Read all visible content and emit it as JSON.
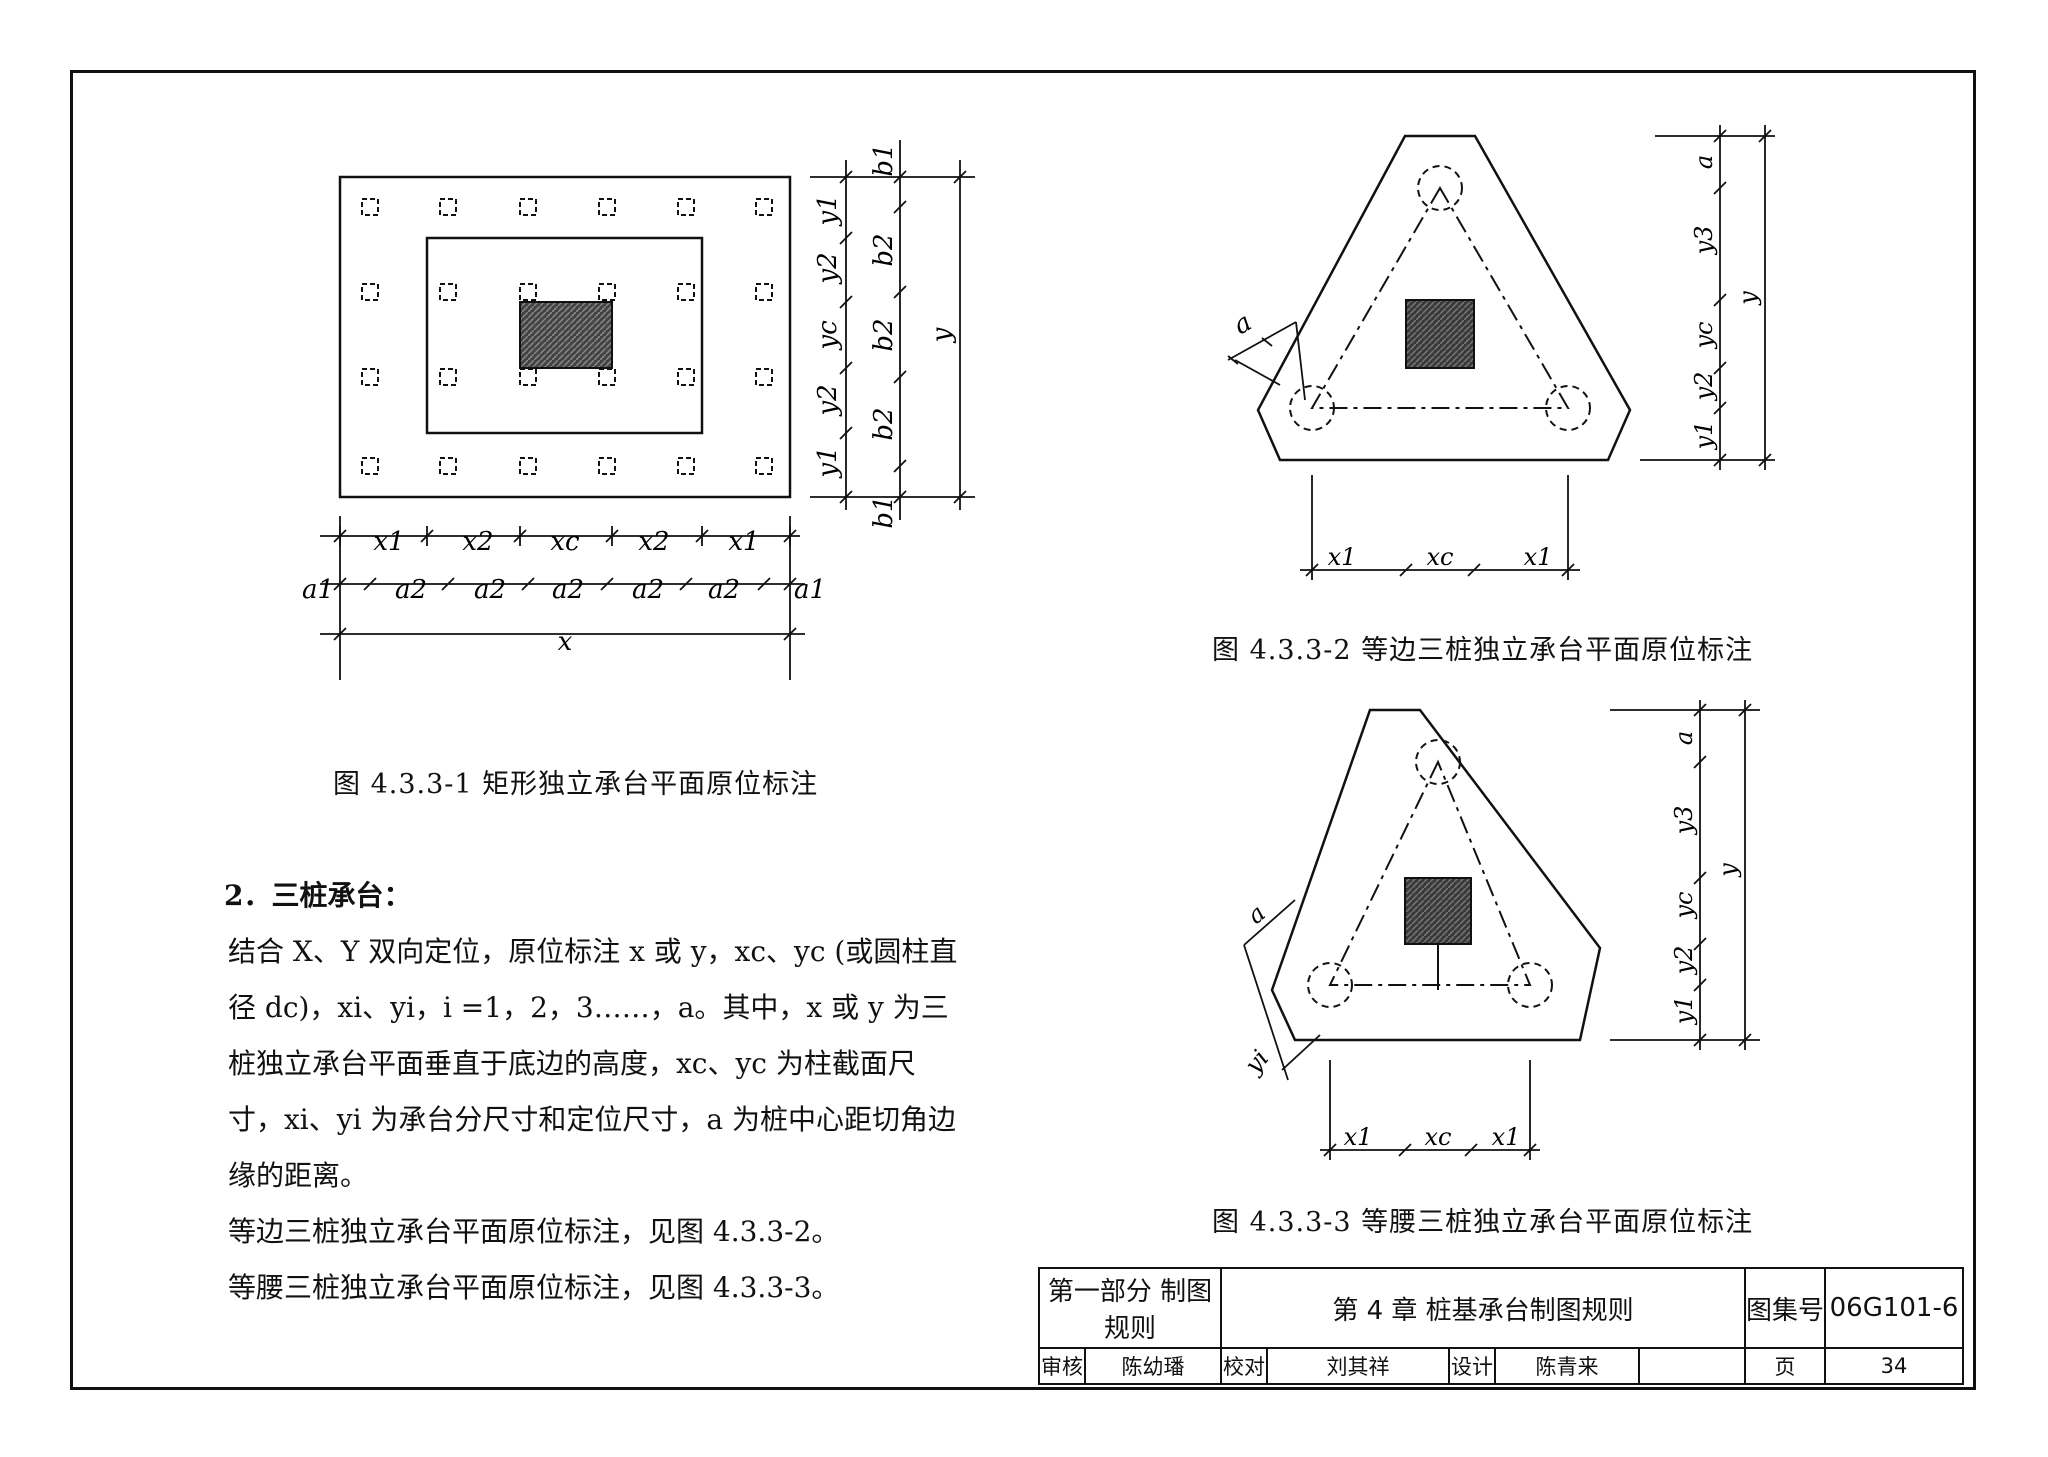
{
  "fig1": {
    "caption": "图 4.3.3-1  矩形独立承台平面原位标注",
    "x_labels": [
      "x1",
      "x2",
      "xc",
      "x2",
      "x1"
    ],
    "a_labels": [
      "a1",
      "a2",
      "a2",
      "a2",
      "a2",
      "a2",
      "a1"
    ],
    "total_x": "x",
    "y_labels": [
      "y1",
      "y2",
      "yc",
      "y2",
      "y1"
    ],
    "b_labels": [
      "b1",
      "b2",
      "b2",
      "b2",
      "b1"
    ],
    "total_y": "y"
  },
  "fig2": {
    "caption": "图 4.3.3-2  等边三桩独立承台平面原位标注",
    "a_label": "a",
    "x_labels": [
      "x1",
      "xc",
      "x1"
    ],
    "y_labels": [
      "a",
      "y3",
      "yc",
      "y2",
      "y1"
    ],
    "total_y": "y"
  },
  "fig3": {
    "caption": "图 4.3.3-3  等腰三桩独立承台平面原位标注",
    "a_label": "a",
    "yi_label": "yi",
    "x_labels": [
      "x1",
      "xc",
      "x1"
    ],
    "y_labels": [
      "a",
      "y3",
      "yc",
      "y2",
      "y1"
    ],
    "total_y": "y"
  },
  "text": {
    "heading": "2．三桩承台：",
    "p1": "结合 X、Y 双向定位，原位标注 x 或 y，xc、yc (或圆柱直径 dc)，xi、yi，i =1，2，3……，a。其中，x 或 y 为三桩独立承台平面垂直于底边的高度，xc、yc 为柱截面尺寸，xi、yi 为承台分尺寸和定位尺寸，a 为桩中心距切角边缘的距离。",
    "p2": "等边三桩独立承台平面原位标注，见图 4.3.3-2。",
    "p3": "等腰三桩独立承台平面原位标注，见图 4.3.3-3。"
  },
  "title_block": {
    "part": "第一部分 制图规则",
    "chapter": "第 4 章  桩基承台制图规则",
    "atlas_label": "图集号",
    "atlas_no": "06G101-6",
    "review_label": "审核",
    "reviewer": "陈幼璠",
    "check_label": "校对",
    "checker": "刘其祥",
    "design_label": "设计",
    "designer": "陈青来",
    "page_label": "页",
    "page_no": "34"
  }
}
